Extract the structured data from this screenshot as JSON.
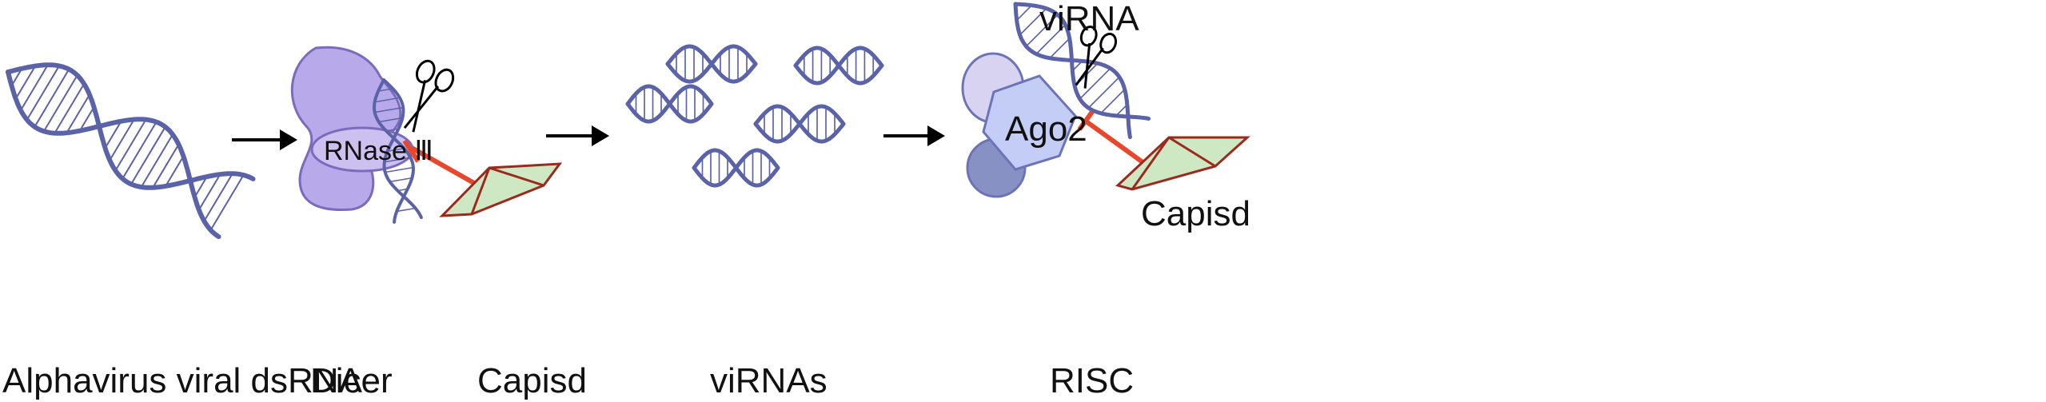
{
  "colors": {
    "strand": "#5b63a8",
    "rung": "#5b63a8",
    "dicer": "#b7a9ea",
    "dicer_stroke": "#7c6bbd",
    "rnase": "#ccc0f0",
    "ago2": "#c3cdf5",
    "ago2_stroke": "#6c74b8",
    "risc_lobe_light": "#d7d3f0",
    "risc_lobe_dark": "#8791c3",
    "capsid_fill": "#cfe8c4",
    "capsid_stroke": "#9b2a1e",
    "inhibit": "#e8472b",
    "arrow": "#000000",
    "text": "#111111"
  },
  "icons": {
    "scissors_dicer": "scissors-icon",
    "scissors_risc": "scissors-icon"
  },
  "labels": {
    "dsrna": "Alphavirus viral dsRNA",
    "dicer": "Dicer",
    "rnase": "RNase Ⅲ",
    "capsid_left": "Capisd",
    "virnas": "viRNAs",
    "virna": "viRNA",
    "ago2": "Ago2",
    "capsid_right": "Capisd",
    "risc": "RISC"
  }
}
